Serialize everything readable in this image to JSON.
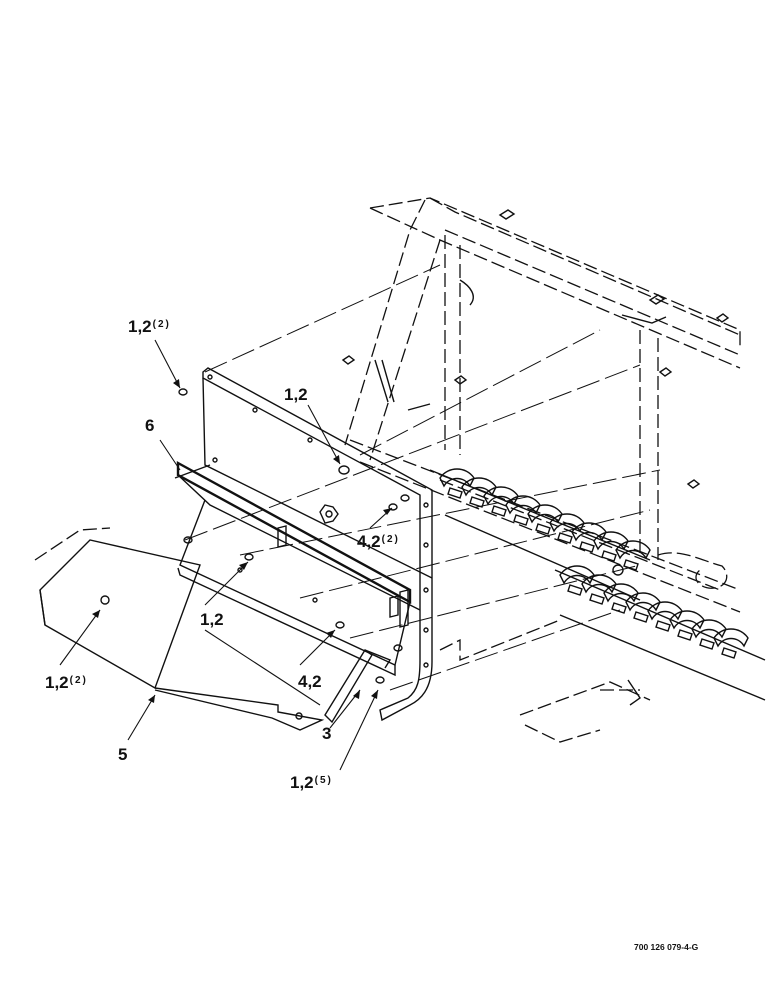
{
  "callouts": {
    "c1": {
      "num": "1,2",
      "qty": "(2)"
    },
    "c2": {
      "num": "1,2",
      "qty": ""
    },
    "c3": {
      "num": "6",
      "qty": ""
    },
    "c4": {
      "num": "4,2",
      "qty": "(2)"
    },
    "c5": {
      "num": "1,2",
      "qty": ""
    },
    "c6": {
      "num": "1,2",
      "qty": "(2)"
    },
    "c7": {
      "num": "4,2",
      "qty": ""
    },
    "c8": {
      "num": "5",
      "qty": ""
    },
    "c9": {
      "num": "3",
      "qty": ""
    },
    "c10": {
      "num": "1,2",
      "qty": "(5)"
    }
  },
  "figure_id": "700 126 079-4-G"
}
